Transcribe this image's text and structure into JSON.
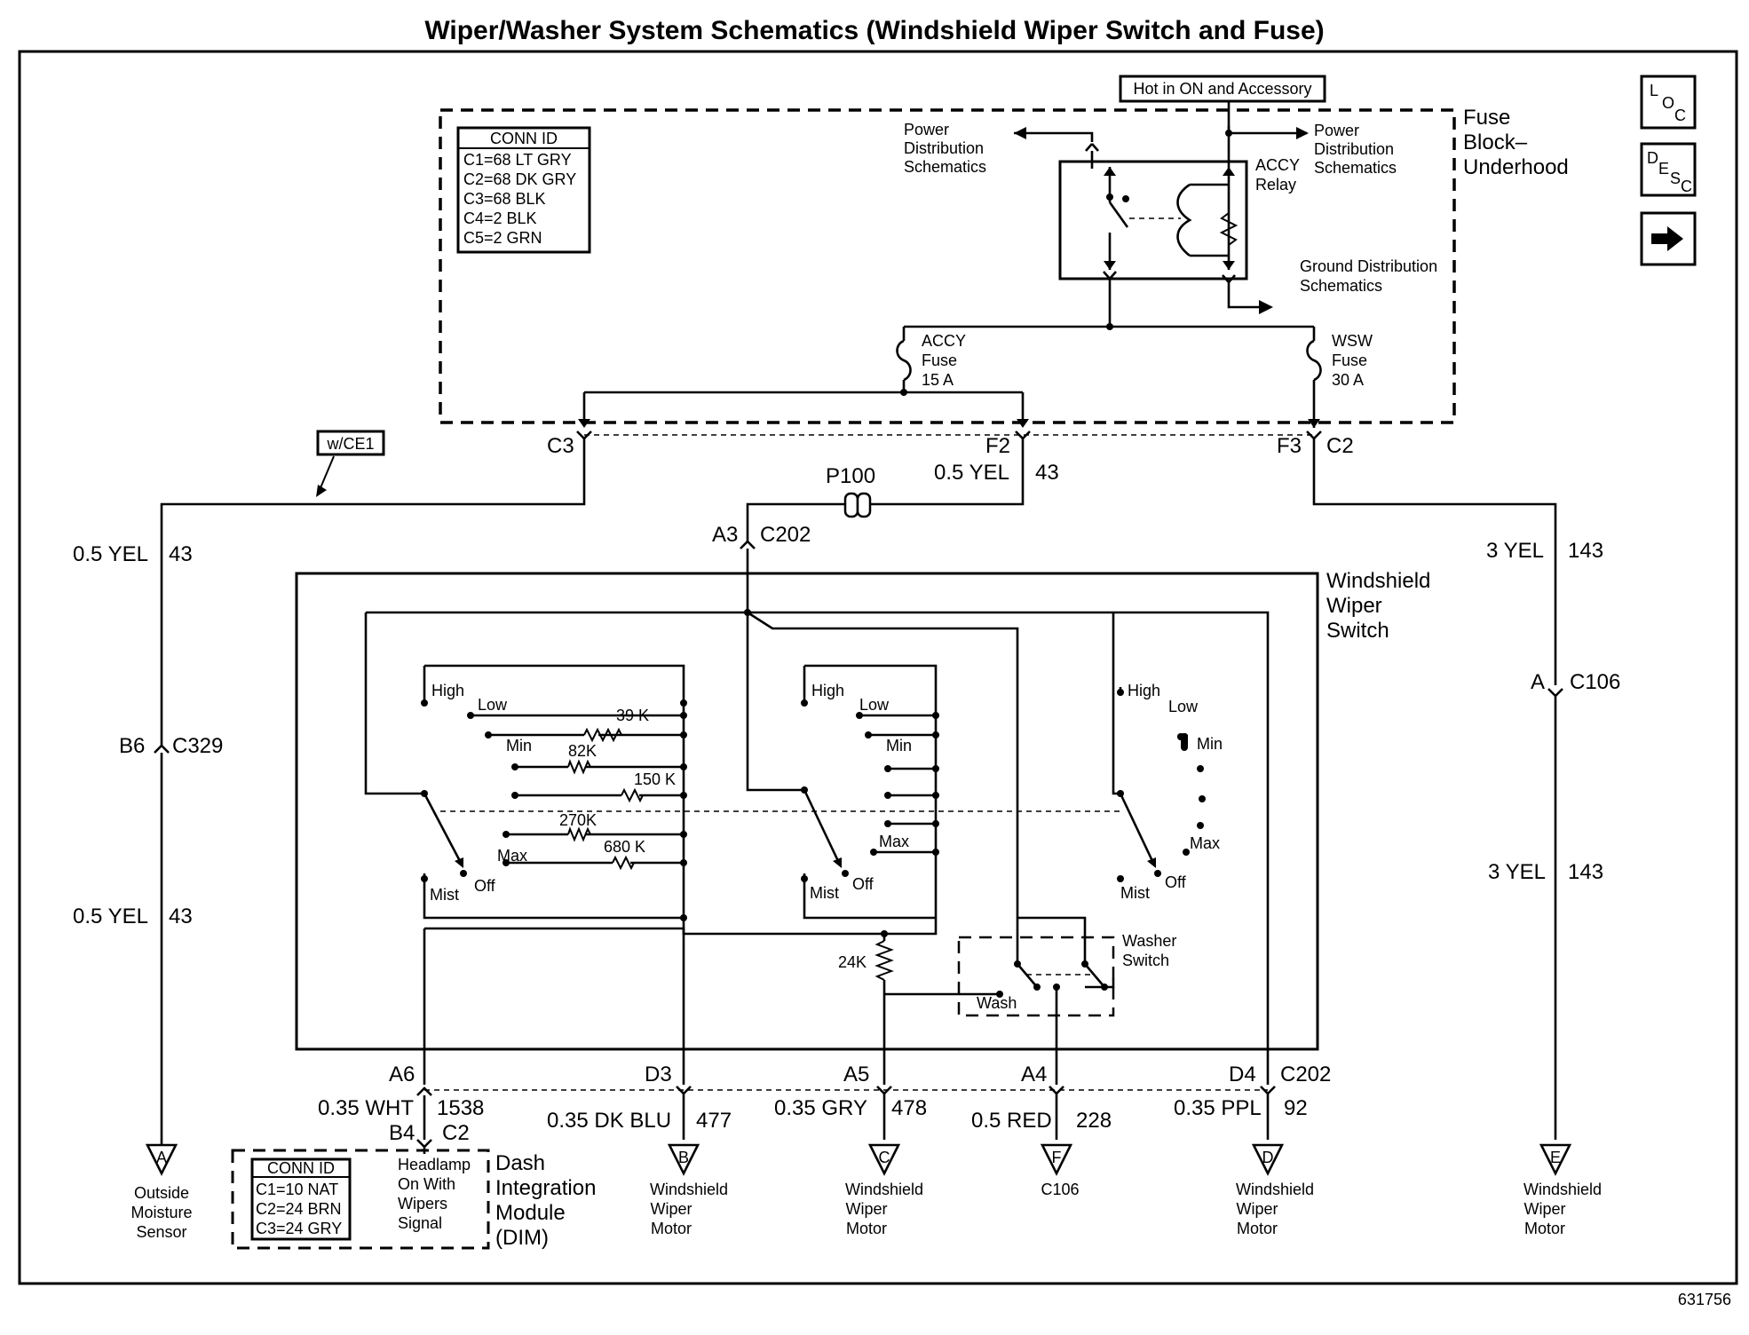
{
  "title": "Wiper/Washer System Schematics (Windshield Wiper Switch and Fuse)",
  "figure_id": "631756",
  "nav": {
    "loc": [
      "L",
      "O",
      "C"
    ],
    "desc": [
      "D",
      "E",
      "S",
      "C"
    ]
  },
  "hot_label": "Hot in ON and Accessory",
  "fuse_block": {
    "name": [
      "Fuse",
      "Block–",
      "Underhood"
    ],
    "conn_id_title": "CONN ID",
    "conn_ids": [
      "C1=68 LT GRY",
      "C2=68 DK GRY",
      "C3=68 BLK",
      "C4=2 BLK",
      "C5=2 GRN"
    ],
    "power_left": [
      "Power",
      "Distribution",
      "Schematics"
    ],
    "power_right": [
      "Power",
      "Distribution",
      "Schematics"
    ],
    "relay": [
      "ACCY",
      "Relay"
    ],
    "ground": [
      "Ground Distribution",
      "Schematics"
    ],
    "accy_fuse": [
      "ACCY",
      "Fuse",
      "15 A"
    ],
    "wsw_fuse": [
      "WSW",
      "Fuse",
      "30 A"
    ]
  },
  "option_tag": "w/CE1",
  "connectors": {
    "c3": "C3",
    "f2": "F2",
    "f3": "F3",
    "c2": "C2",
    "p100": "P100",
    "a3": "A3",
    "c202_top": "C202",
    "b6": "B6",
    "c329": "C329",
    "a": "A",
    "c106": "C106",
    "a6": "A6",
    "d3": "D3",
    "a5": "A5",
    "a4": "A4",
    "d4": "D4",
    "c202_bot": "C202",
    "b4": "B4",
    "c2_dim": "C2"
  },
  "wires": {
    "f2_wire": [
      "0.5 YEL",
      "43"
    ],
    "left_upper": [
      "0.5 YEL",
      "43"
    ],
    "left_lower": [
      "0.5 YEL",
      "43"
    ],
    "right_upper": [
      "3 YEL",
      "143"
    ],
    "right_lower": [
      "3 YEL",
      "143"
    ],
    "a6": [
      "0.35 WHT",
      "1538"
    ],
    "d3": [
      "0.35 DK BLU",
      "477"
    ],
    "a5": [
      "0.35 GRY",
      "478"
    ],
    "a4": [
      "0.5 RED",
      "228"
    ],
    "d4": [
      "0.35 PPL",
      "92"
    ]
  },
  "wiper_switch": {
    "name": [
      "Windshield",
      "Wiper",
      "Switch"
    ],
    "high": "High",
    "low": "Low",
    "min": "Min",
    "max": "Max",
    "off": "Off",
    "mist": "Mist",
    "resistors": [
      "39 K",
      "82K",
      "150 K",
      "270K",
      "680 K",
      "24K"
    ],
    "washer_switch": [
      "Washer",
      "Switch"
    ],
    "wash": "Wash"
  },
  "terminals": [
    {
      "letter": "A",
      "lines": [
        "Outside",
        "Moisture",
        "Sensor"
      ]
    },
    {
      "letter": "B",
      "lines": [
        "Windshield",
        "Wiper",
        "Motor"
      ]
    },
    {
      "letter": "C",
      "lines": [
        "Windshield",
        "Wiper",
        "Motor"
      ]
    },
    {
      "letter": "F",
      "lines": [
        "C106"
      ]
    },
    {
      "letter": "D",
      "lines": [
        "Windshield",
        "Wiper",
        "Motor"
      ]
    },
    {
      "letter": "E",
      "lines": [
        "Windshield",
        "Wiper",
        "Motor"
      ]
    }
  ],
  "dim": {
    "conn_id_title": "CONN ID",
    "conn_ids": [
      "C1=10 NAT",
      "C2=24 BRN",
      "C3=24 GRY"
    ],
    "signal": [
      "Headlamp",
      "On With",
      "Wipers",
      "Signal"
    ],
    "name": [
      "Dash",
      "Integration",
      "Module",
      "(DIM)"
    ]
  }
}
